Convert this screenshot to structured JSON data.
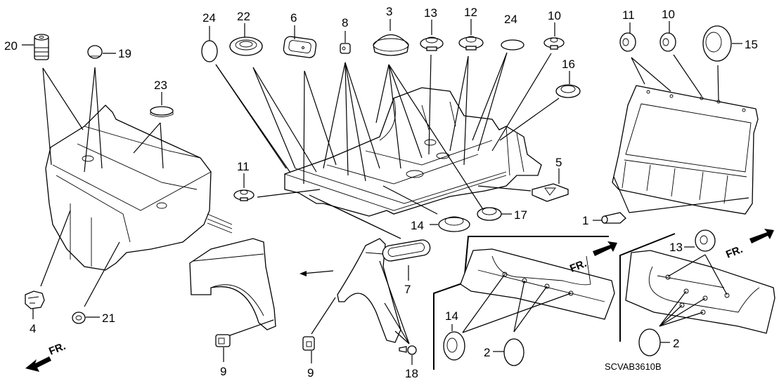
{
  "diagram": {
    "title": "Body grommets / plugs exploded parts diagram",
    "code": "SCVAB3610B",
    "direction_label": "FR.",
    "callouts": {
      "c20": "20",
      "c19": "19",
      "c23": "23",
      "c24a": "24",
      "c22": "22",
      "c6": "6",
      "c8": "8",
      "c3": "3",
      "c13a": "13",
      "c12": "12",
      "c24b": "24",
      "c10a": "10",
      "c16": "16",
      "c11a": "11",
      "c10b": "10",
      "c15": "15",
      "c11b": "11",
      "c5": "5",
      "c1": "1",
      "c14a": "14",
      "c17": "17",
      "c7": "7",
      "c4": "4",
      "c21": "21",
      "c9a": "9",
      "c9b": "9",
      "c18": "18",
      "c14b": "14",
      "c2a": "2",
      "c13b": "13",
      "c2b": "2"
    },
    "parts": [
      {
        "no": "1",
        "shape": "push-clip"
      },
      {
        "no": "2",
        "shape": "seal-disc"
      },
      {
        "no": "3",
        "shape": "dome-plug"
      },
      {
        "no": "4",
        "shape": "bracket-clip"
      },
      {
        "no": "5",
        "shape": "square-pad"
      },
      {
        "no": "6",
        "shape": "rectangular-grommet"
      },
      {
        "no": "7",
        "shape": "oval-grommet"
      },
      {
        "no": "8",
        "shape": "square-clip"
      },
      {
        "no": "9",
        "shape": "fender-clip"
      },
      {
        "no": "10",
        "shape": "small-grommet"
      },
      {
        "no": "11",
        "shape": "small-grommet"
      },
      {
        "no": "12",
        "shape": "flange-grommet"
      },
      {
        "no": "13",
        "shape": "flange-grommet"
      },
      {
        "no": "14",
        "shape": "ring-grommet"
      },
      {
        "no": "15",
        "shape": "large-ring-grommet"
      },
      {
        "no": "16",
        "shape": "hole-plug"
      },
      {
        "no": "17",
        "shape": "hole-plug"
      },
      {
        "no": "18",
        "shape": "screw-clip"
      },
      {
        "no": "19",
        "shape": "bumper-stop"
      },
      {
        "no": "20",
        "shape": "rubber-bumper"
      },
      {
        "no": "21",
        "shape": "nut-clip"
      },
      {
        "no": "22",
        "shape": "round-grommet"
      },
      {
        "no": "23",
        "shape": "cap-plug"
      },
      {
        "no": "24",
        "shape": "seal-disc"
      }
    ]
  }
}
